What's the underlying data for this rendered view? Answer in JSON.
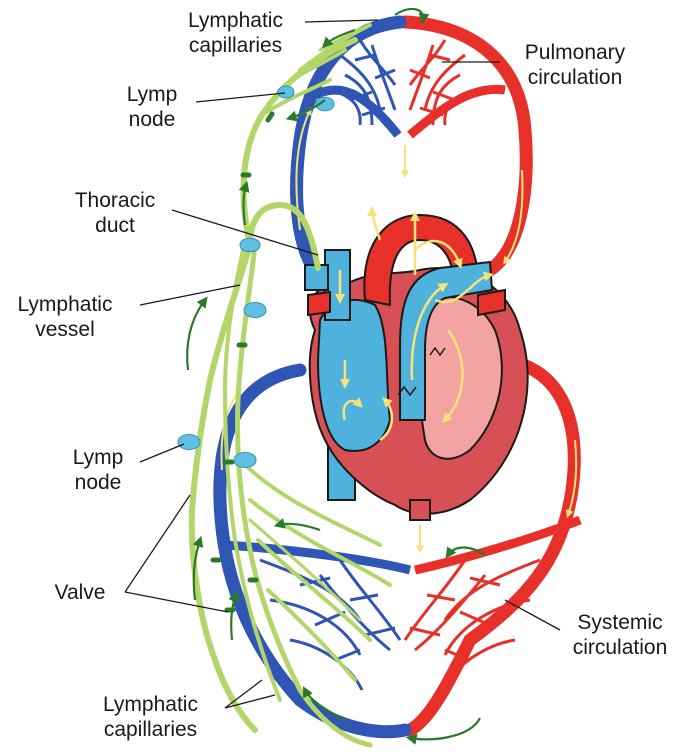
{
  "labels": {
    "lymphatic_capillaries_top": {
      "line1": "Lymphatic",
      "line2": "capillaries"
    },
    "lymp_node_top": {
      "line1": "Lymp",
      "line2": "node"
    },
    "thoracic_duct": {
      "line1": "Thoracic",
      "line2": "duct"
    },
    "lymphatic_vessel": {
      "line1": "Lymphatic",
      "line2": "vessel"
    },
    "lymp_node_bottom": {
      "line1": "Lymp",
      "line2": "node"
    },
    "valve": {
      "line1": "Valve"
    },
    "lymphatic_capillaries_bottom": {
      "line1": "Lymphatic",
      "line2": "capillaries"
    },
    "pulmonary_circulation": {
      "line1": "Pulmonary",
      "line2": "circulation"
    },
    "systemic_circulation": {
      "line1": "Systemic",
      "line2": "circulation"
    }
  },
  "colors": {
    "oxygenated": "#e8302a",
    "deoxygenated": "#2f55b5",
    "lymph": "#b3d66a",
    "lymph_dark": "#6a9a2a",
    "node": "#5fc0e3",
    "flow_arrow": "#2a7a2a",
    "blood_flow": "#f6e27a",
    "heart_muscle": "#d65055",
    "heart_light": "#f4a3a3",
    "vessel_blue": "#4fb2dc"
  },
  "icons": [
    "flow-arrow-icon",
    "lymph-node-icon",
    "valve-icon"
  ]
}
